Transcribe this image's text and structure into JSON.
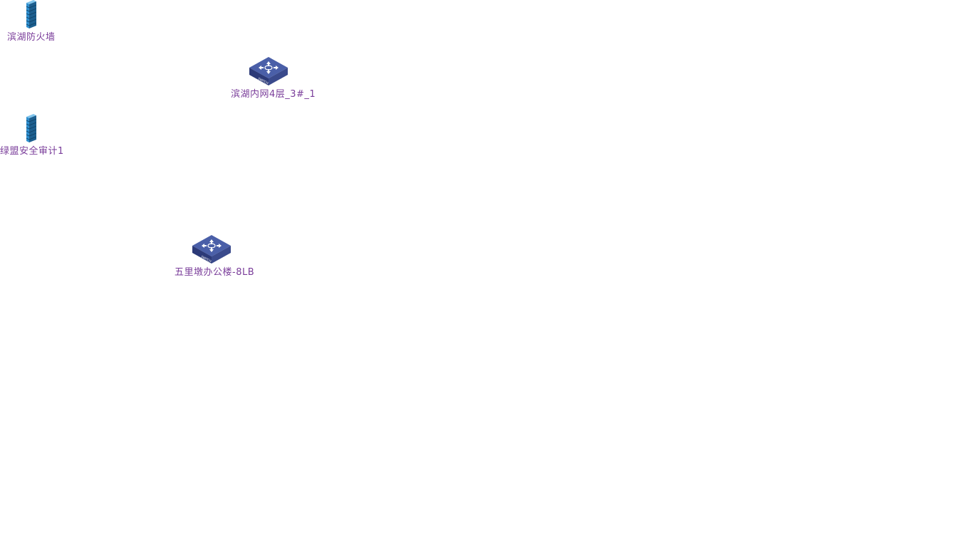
{
  "diagram": {
    "nodes": [
      {
        "id": "fw1",
        "type": "firewall",
        "icon": "firewall-icon",
        "label": "滨湖防火墙"
      },
      {
        "id": "sw1",
        "type": "switch",
        "icon": "switch-icon",
        "label": "滨湖内网4层_3#_1"
      },
      {
        "id": "fw2",
        "type": "firewall",
        "icon": "firewall-icon",
        "label": "绿盟安全审计1"
      },
      {
        "id": "sw2",
        "type": "switch",
        "icon": "switch-icon",
        "label": "五里墩办公楼-8LB"
      }
    ],
    "colors": {
      "label": "#7a3d9a",
      "firewall_front": "#2f8fcf",
      "firewall_side": "#1d5f8f",
      "switch_top": "#4a5fa8",
      "switch_side": "#2c3a78",
      "background": "#ffffff"
    }
  }
}
